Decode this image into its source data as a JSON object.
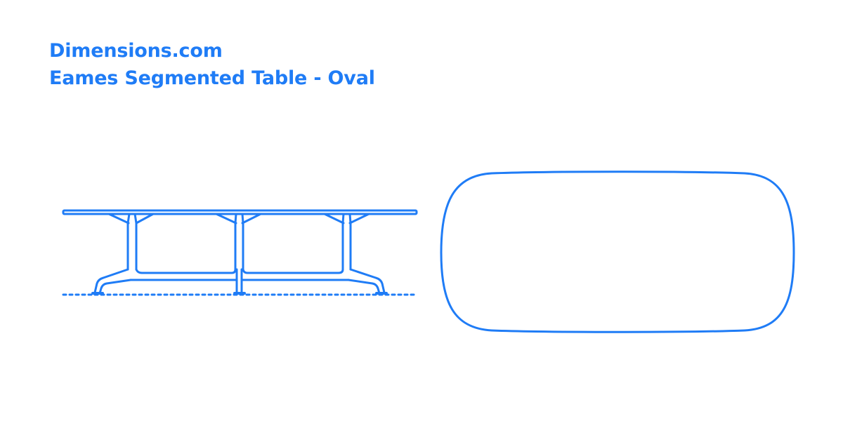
{
  "header": {
    "site": "Dimensions.com",
    "title": "Eames Segmented Table - Oval"
  },
  "colors": {
    "accent": "#1f7cf6",
    "background": "#ffffff"
  },
  "drawings": {
    "side_view": "side-elevation",
    "top_view": "plan-oval"
  }
}
